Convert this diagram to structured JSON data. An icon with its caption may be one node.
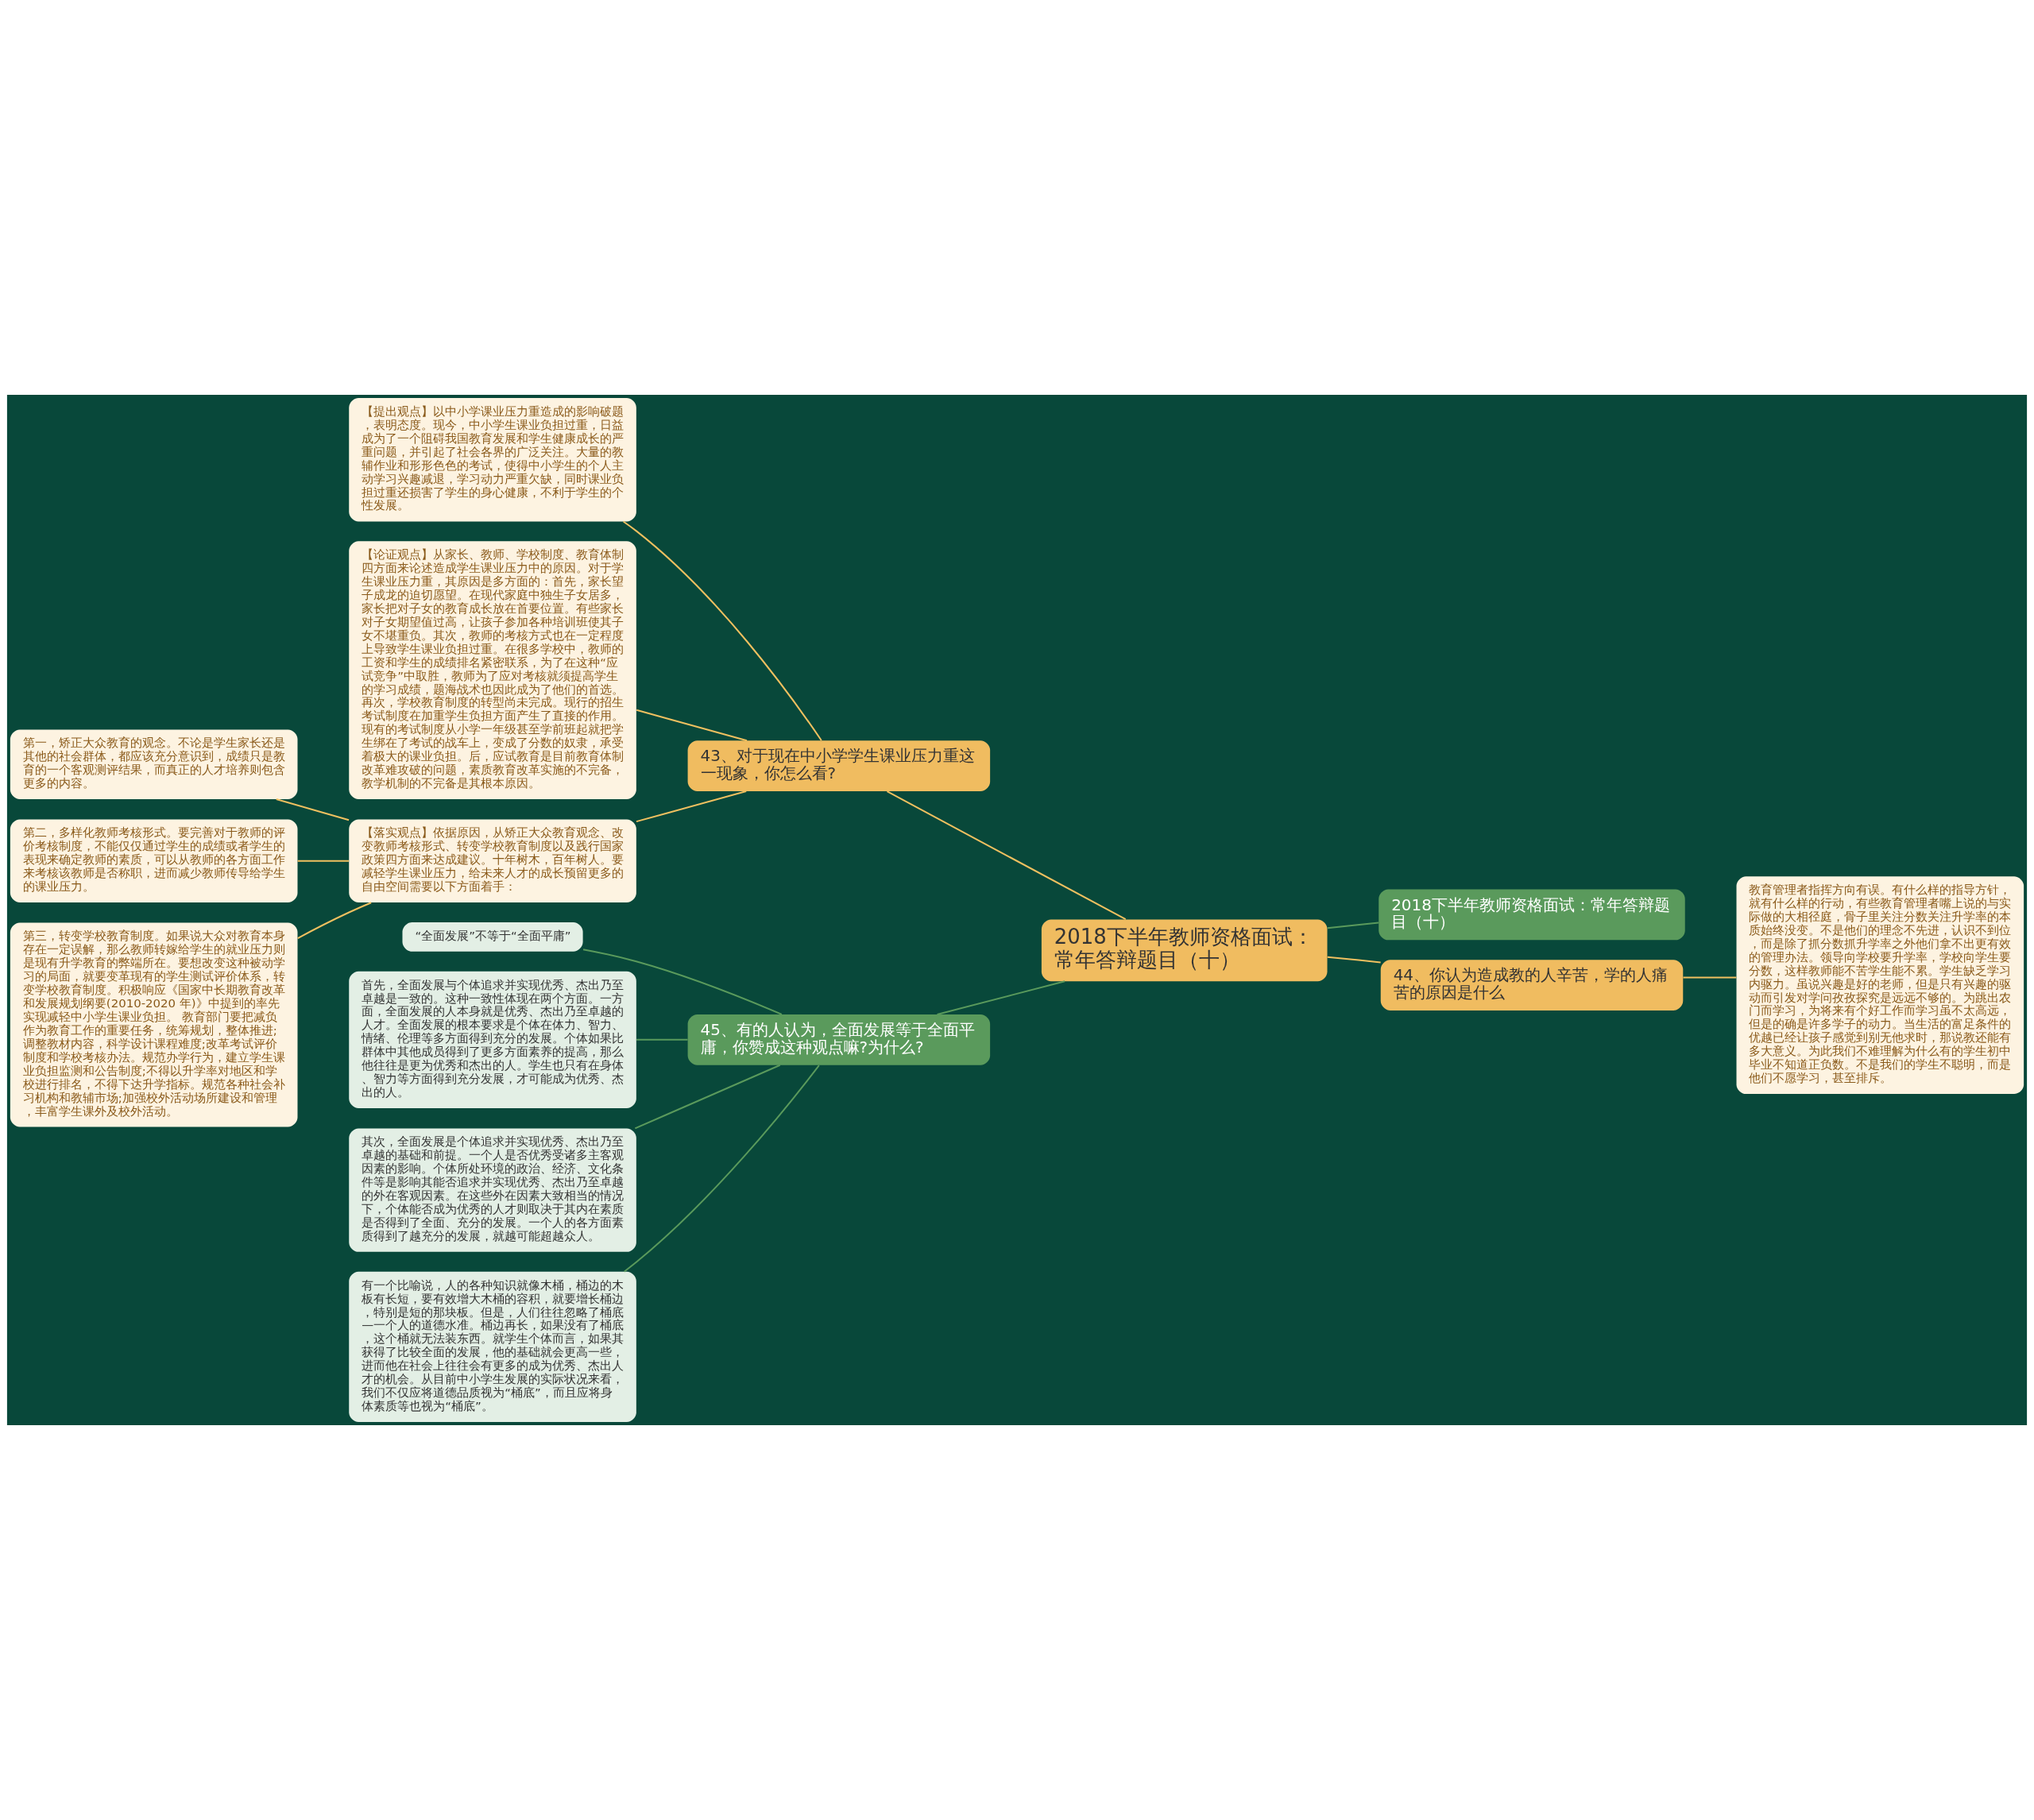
{
  "diagram": {
    "nodes": [
      {
        "text": [
          "2018下半年教师资格面试：常年答辩题目（十）"
        ]
      },
      {
        "text": [
          "43、对于现在中小学学生课业压力重这一现象，你怎么看?"
        ]
      },
      {
        "text": [
          "【提出观点】以中小学课业压力重造成的影响破题，表明态度。现今，中小学生课业负担过重，日益成为了一个阻碍我国教育发展和学生健康成长的严重问题，并引起了社会各界的广泛关注。大量的教辅作业和形形色色的考试，使得中小学生的个人主动学习兴趣减退，学习动力严重欠缺，同时课业负担过重还损害了学生的身心健康，不利于学生的个性发展。"
        ]
      },
      {
        "text": [
          "【论证观点】从家长、教师、学校制度、教育体制四方面来论述造成学生课业压力中的原因。对于学生课业压力重，其原因是多方面的：首先，家长望子成龙的迫切愿望。在现代家庭中独生子女居多，家长把对子女的教育成长放在首要位置。有些家长对子女期望值过高，让孩子参加各种培训班使其子女不堪重负。其次，教师的考核方式也在一定程度上导致学生课业负担过重。在很多学校中，教师的工资和学生的成绩排名紧密联系，为了在这种“应试竞争”中取胜，教师为了应对考核就须提高学生的学习成绩，题海战术也因此成为了他们的首选。再次，学校教育制度的转型尚未完成。现行的招生考试制度在加重学生负担方面产生了直接的作用。现有的考试制度从小学一年级甚至学前班起就把学生绑在了考试的战车上，变成了分数的奴隶，承受着极大的课业负担。后，应试教育是目前教育体制改革难攻破的问题，素质教育改革实施的不完备，教学机制的不完备是其根本原因。"
        ]
      },
      {
        "text": [
          "【落实观点】依据原因，从矫正大众教育观念、改变教师考核形式、转变学校教育制度以及践行国家政策四方面来达成建议。十年树木，百年树人。要减轻学生课业压力，给未来人才的成长预留更多的自由空间需要以下方面着手："
        ]
      },
      {
        "text": [
          "第一，矫正大众教育的观念。不论是学生家长还是其他的社会群体，都应该充分意识到，成绩只是教育的一个客观测评结果，而真正的人才培养则包含更多的内容。"
        ]
      },
      {
        "text": [
          "第二，多样化教师考核形式。要完善对于教师的评价考核制度，不能仅仅通过学生的成绩或者学生的表现来确定教师的素质，可以从教师的各方面工作来考核该教师是否称职，进而减少教师传导给学生的课业压力。"
        ]
      },
      {
        "text": [
          "第三，转变学校教育制度。如果说大众对教育本身存在一定误解，那么教师转嫁给学生的就业压力则是现有升学教育的弊端所在。要想改变这种被动学习的局面，就要变革现有的学生测试评价体系，转变学校教育制度。积极响应《国家中长期教育改革和发展规划纲要(2010-2020 年)》中提到的率先实现减轻中小学生课业负担。 教育部门要把减负作为教育工作的重要任务，统筹规划，整体推进;调整教材内容，科学设计课程难度;改革考试评价制度和学校考核办法。规范办学行为，建立学生课业负担监测和公告制度;不得以升学率对地区和学校进行排名，不得下达升学指标。规范各种社会补习机构和教辅市场;加强校外活动场所建设和管理，丰富学生课外及校外活动。"
        ]
      },
      {
        "text": [
          "2018下半年教师资格面试：常年答辩题目（十）"
        ]
      },
      {
        "text": [
          "44、你认为造成教的人辛苦，学的人痛苦的原因是什么"
        ]
      },
      {
        "text": [
          "教育管理者指挥方向有误。有什么样的指导方针，就有什么样的行动，有些教育管理者嘴上说的与实际做的大相径庭，骨子里关注分数关注升学率的本质始终没变。不是他们的理念不先进，认识不到位，而是除了抓分数抓升学率之外他们拿不出更有效的管理办法。领导向学校要升学率，学校向学生要分数，这样教师能不苦学生能不累。学生缺乏学习内驱力。虽说兴趣是好的老师，但是只有兴趣的驱动而引发对学问孜孜探究是远远不够的。为跳出农门而学习，为将来有个好工作而学习虽不太高远，但是的确是许多学子的动力。当生活的富足条件的优越已经让孩子感觉到别无他求时，那说教还能有多大意义。为此我们不难理解为什么有的学生初中毕业不知道正负数。不是我们的学生不聪明，而是他们不愿学习，甚至排斥。"
        ]
      },
      {
        "text": [
          "45、有的人认为，全面发展等于全面平庸，你赞成这种观点嘛?为什么?"
        ]
      },
      {
        "text": [
          "“全面发展”不等于“全面平庸”"
        ]
      },
      {
        "text": [
          "首先，全面发展与个体追求并实现优秀、杰出乃至卓越是一致的。这种一致性体现在两个方面。一方面，全面发展的人本身就是优秀、杰出乃至卓越的人才。全面发展的根本要求是个体在体力、智力、情绪、伦理等多方面得到充分的发展。个体如果比群体中其他成员得到了更多方面素养的提高，那么他往往是更为优秀和杰出的人。学生也只有在身体、智力等方面得到充分发展，才可能成为优秀、杰出的人。"
        ]
      },
      {
        "text": [
          "其次，全面发展是个体追求并实现优秀、杰出乃至卓越的基础和前提。一个人是否优秀受诸多主客观因素的影响。个体所处环境的政治、经济、文化条件等是影响其能否追求并实现优秀、杰出乃至卓越的外在客观因素。在这些外在因素大致相当的情况下，个体能否成为优秀的人才则取决于其内在素质是否得到了全面、充分的发展。一个人的各方面素质得到了越充分的发展，就越可能超越众人。"
        ]
      },
      {
        "text": [
          "有一个比喻说，人的各种知识就像木桶，桶边的木板有长短，要有效增大木桶的容积，就要增长桶边，特别是短的那块板。但是，人们往往忽略了桶底—一个人的道德水准。桶边再长，如果没有了桶底，这个桶就无法装东西。就学生个体而言，如果其获得了比较全面的发展，他的基础就会更高一些，进而他在社会上往往会有更多的成为优秀、杰出人才的机会。从目前中小学生发展的实际状况来看，我们不仅应将道德品质视为“桶底”，而且应将身体素质等也视为“桶底”。"
        ]
      }
    ],
    "edges": [
      {
        "from": 0,
        "to": 1,
        "arrow": "none"
      },
      {
        "from": 1,
        "to": 2,
        "arrow": "none"
      },
      {
        "from": 1,
        "to": 3,
        "arrow": "none"
      },
      {
        "from": 1,
        "to": 4,
        "arrow": "none"
      },
      {
        "from": 4,
        "to": 5,
        "arrow": "none"
      },
      {
        "from": 4,
        "to": 6,
        "arrow": "none"
      },
      {
        "from": 4,
        "to": 7,
        "arrow": "none"
      },
      {
        "from": 0,
        "to": 8,
        "arrow": "none",
        "color": "#5a9a5c"
      },
      {
        "from": 0,
        "to": 9,
        "arrow": "none"
      },
      {
        "from": 9,
        "to": 10,
        "arrow": "none"
      },
      {
        "from": 0,
        "to": 11,
        "arrow": "none",
        "color": "#5a9a5c"
      },
      {
        "from": 11,
        "to": 12,
        "arrow": "none",
        "color": "#5a9a5c"
      },
      {
        "from": 11,
        "to": 13,
        "arrow": "none",
        "color": "#5a9a5c"
      },
      {
        "from": 11,
        "to": 14,
        "arrow": "none",
        "color": "#5a9a5c"
      },
      {
        "from": 11,
        "to": 15,
        "arrow": "none",
        "color": "#5a9a5c"
      }
    ]
  }
}
